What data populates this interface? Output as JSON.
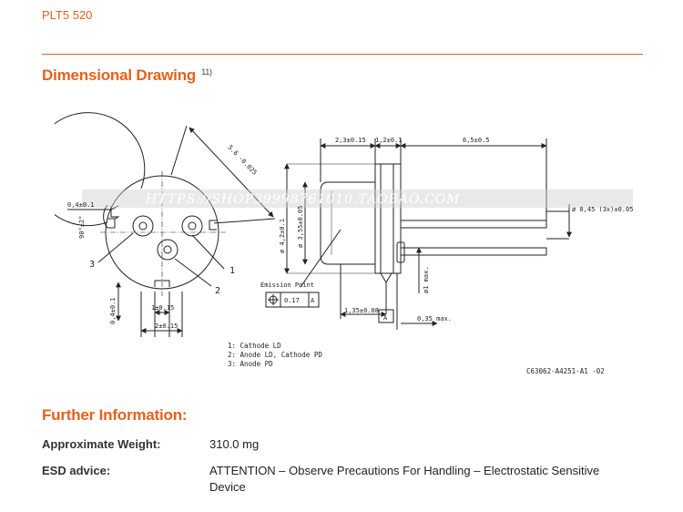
{
  "header": {
    "product": "PLT5 520",
    "accent_color": "#e8601c"
  },
  "dimensional_drawing": {
    "title": "Dimensional Drawing",
    "footnote": "11)",
    "dims": {
      "width_0_4": "0,4±0.1",
      "angle_90": "90°±2°",
      "dia_5_6": "5.6 -0.025",
      "bottom_0_4": "0,4±0.1",
      "one": "1±0.15",
      "two": "2±0.15",
      "top_2_3": "2,3±0.15",
      "top_1_2": "1,2±0.1",
      "top_6_5": "6,5±0.5",
      "dia_4_2": "ø 4,2±0.1",
      "dia_3_55": "ø 3,55±0.05",
      "pin_dia": "ø 0,45 (3x)±0.05",
      "dia_1max": "ø1 max.",
      "d_1_35": "1,35±0.08",
      "d_0_35": "0,35 max.",
      "tol_017": "0.17",
      "datum_a": "A",
      "datum_a2": "A"
    },
    "emission_point": "Emission Point",
    "pin_numbers": [
      "1",
      "2",
      "3"
    ],
    "legend": [
      "1: Cathode LD",
      "2: Anode LD, Cathode PD",
      "3: Anode PD"
    ],
    "drawing_code": "C63062-A4251-A1 -02",
    "watermark": "HTTPS://SHOP39998761010.TAOBAO.COM"
  },
  "further_information": {
    "title": "Further Information:",
    "rows": [
      {
        "label": "Approximate Weight:",
        "value": "310.0 mg"
      },
      {
        "label": "ESD advice:",
        "value": "ATTENTION – Observe Precautions For Handling – Electrostatic Sensitive Device"
      }
    ]
  }
}
